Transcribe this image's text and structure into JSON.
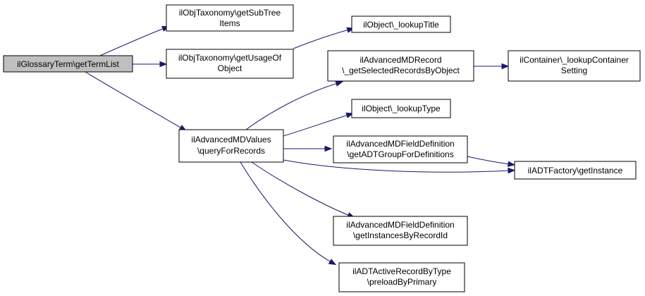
{
  "colors": {
    "node_fill": "#ffffff",
    "root_fill": "#bfbfbf",
    "edge": "#191970",
    "border": "#000000"
  },
  "nodes": {
    "root": {
      "lines": [
        "ilGlossaryTerm\\getTermList"
      ]
    },
    "subtree": {
      "lines": [
        "ilObjTaxonomy\\getSubTree",
        "Items"
      ]
    },
    "usage": {
      "lines": [
        "ilObjTaxonomy\\getUsageOf",
        "Object"
      ]
    },
    "lookupTitle": {
      "lines": [
        "ilObject\\_lookupTitle"
      ]
    },
    "mdrecord": {
      "lines": [
        "ilAdvancedMDRecord",
        "\\_getSelectedRecordsByObject"
      ]
    },
    "container": {
      "lines": [
        "ilContainer\\_lookupContainer",
        "Setting"
      ]
    },
    "mdvalues": {
      "lines": [
        "ilAdvancedMDValues",
        "\\queryForRecords"
      ]
    },
    "lookupType": {
      "lines": [
        "ilObject\\_lookupType"
      ]
    },
    "fielddef1": {
      "lines": [
        "ilAdvancedMDFieldDefinition",
        "\\getADTGroupForDefinitions"
      ]
    },
    "adtfactory": {
      "lines": [
        "ilADTFactory\\getInstance"
      ]
    },
    "fielddef2": {
      "lines": [
        "ilAdvancedMDFieldDefinition",
        "\\getInstancesByRecordId"
      ]
    },
    "activerecord": {
      "lines": [
        "ilADTActiveRecordByType",
        "\\preloadByPrimary"
      ]
    }
  },
  "edges": [
    [
      "root",
      "subtree"
    ],
    [
      "root",
      "usage"
    ],
    [
      "root",
      "mdvalues"
    ],
    [
      "usage",
      "lookupTitle"
    ],
    [
      "mdvalues",
      "mdrecord"
    ],
    [
      "mdrecord",
      "container"
    ],
    [
      "mdvalues",
      "lookupType"
    ],
    [
      "mdvalues",
      "fielddef1"
    ],
    [
      "mdvalues",
      "adtfactory"
    ],
    [
      "fielddef1",
      "adtfactory"
    ],
    [
      "mdvalues",
      "fielddef2"
    ],
    [
      "mdvalues",
      "activerecord"
    ]
  ]
}
